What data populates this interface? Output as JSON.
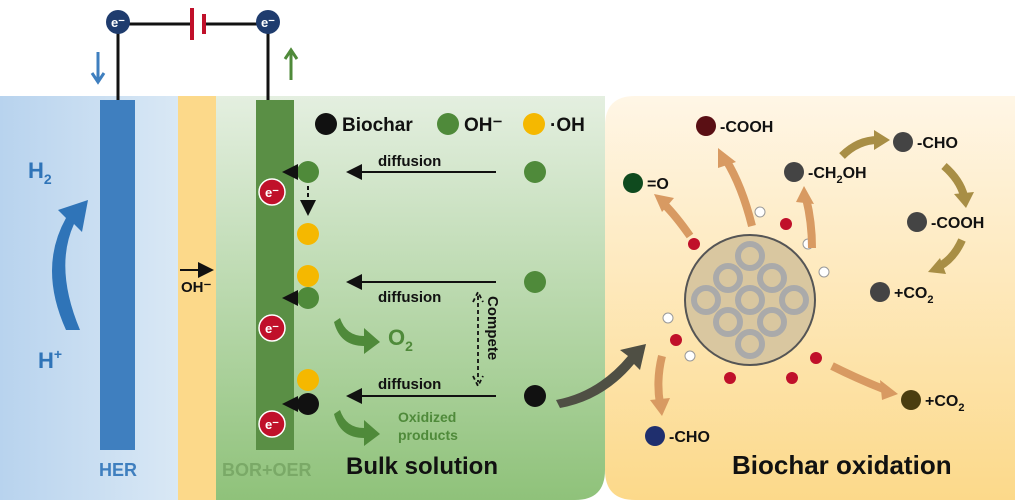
{
  "circuit": {
    "electron_left": "e⁻",
    "electron_right": "e⁻"
  },
  "her_side": {
    "h2": "H",
    "h2_sub": "2",
    "hplus": "H",
    "hplus_sup": "+",
    "label": "HER"
  },
  "membrane": {
    "label": "OH⁻"
  },
  "anode": {
    "label": "BOR+OER",
    "electron": "e⁻"
  },
  "legend": {
    "biochar": "Biochar",
    "oh_ion": "OH⁻",
    "oh_radical": "·OH"
  },
  "solution": {
    "diffusion_1": "diffusion",
    "diffusion_2": "diffusion",
    "diffusion_3": "diffusion",
    "compete": "Compete",
    "o2": "O",
    "o2_sub": "2",
    "oxidized_1": "Oxidized",
    "oxidized_2": "products",
    "title": "Bulk solution"
  },
  "oxidation": {
    "title": "Biochar oxidation",
    "groups": {
      "ketone": "=O",
      "cooh_top": "-COOH",
      "ch2oh": "-CH",
      "ch2oh_sub": "2",
      "ch2oh_end": "OH",
      "cho_top": "-CHO",
      "cooh_right": "-COOH",
      "co2_right": "+CO",
      "co2_right_sub": "2",
      "co2_bottom": "+CO",
      "co2_bottom_sub": "2",
      "cho_bottom": "-CHO"
    }
  },
  "colors": {
    "her_electrode": "#3f7fbf",
    "membrane": "#fcd98a",
    "anode": "#5a8f45",
    "biochar": "#111111",
    "oh_ion": "#4f8a3a",
    "oh_radical": "#f5b800",
    "electron_red": "#c0102a",
    "electron_blue": "#1f3c6e"
  }
}
